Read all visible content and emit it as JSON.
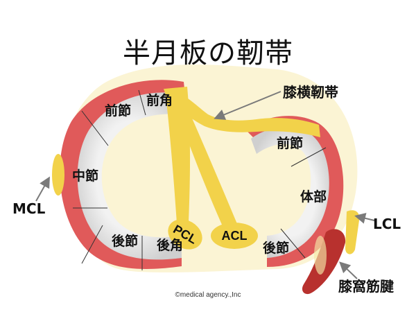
{
  "title": "半月板の靭帯",
  "colors": {
    "meniscus_outer": "#e05a5a",
    "meniscus_inner": "#dcdcdc",
    "ligament_yellow": "#f2d24a",
    "tibia_plateau": "#fbf4d4",
    "tendon_dark_red": "#b8312e",
    "arrow_gray": "#7a7a7a"
  },
  "medial_meniscus": {
    "segments": [
      "前角",
      "前節",
      "中節",
      "後節",
      "後角"
    ]
  },
  "lateral_meniscus": {
    "segments": [
      "前節",
      "体部",
      "後節"
    ]
  },
  "ligaments": {
    "pcl": "PCL",
    "acl": "ACL"
  },
  "callouts": {
    "transverse_ligament": "膝横靭帯",
    "mcl": "MCL",
    "lcl": "LCL",
    "popliteus_tendon": "膝窩筋腱"
  },
  "credit": "©medical agency.,Inc"
}
